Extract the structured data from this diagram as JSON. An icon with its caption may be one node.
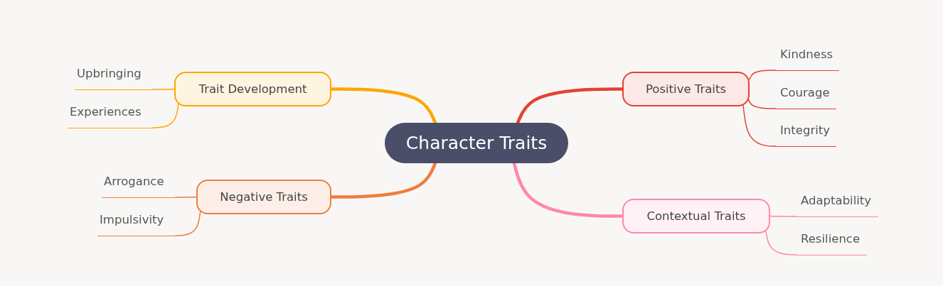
{
  "diagram": {
    "nodes": [
      {
        "text": [
          "Character Traits"
        ]
      },
      {
        "text": [
          "Trait Development"
        ]
      },
      {
        "text": [
          "Upbringing"
        ]
      },
      {
        "text": [
          "Experiences"
        ]
      },
      {
        "text": [
          "Positive Traits"
        ]
      },
      {
        "text": [
          "Kindness"
        ]
      },
      {
        "text": [
          "Courage"
        ]
      },
      {
        "text": [
          "Integrity"
        ]
      },
      {
        "text": [
          "Negative Traits"
        ]
      },
      {
        "text": [
          "Arrogance"
        ]
      },
      {
        "text": [
          "Impulsivity"
        ]
      },
      {
        "text": [
          "Contextual Traits"
        ]
      },
      {
        "text": [
          "Adaptability"
        ]
      },
      {
        "text": [
          "Resilience"
        ]
      }
    ],
    "edges": [
      {
        "from": 0,
        "to": 1,
        "arrow": "none",
        "style": "thick",
        "color": "#ffa500"
      },
      {
        "from": 1,
        "to": 2,
        "arrow": "none",
        "color": "#ffa500"
      },
      {
        "from": 1,
        "to": 3,
        "arrow": "none",
        "color": "#ffa500"
      },
      {
        "from": 0,
        "to": 4,
        "arrow": "none",
        "style": "thick",
        "color": "#e34234"
      },
      {
        "from": 4,
        "to": 5,
        "arrow": "none",
        "color": "#e34234"
      },
      {
        "from": 4,
        "to": 6,
        "arrow": "none",
        "color": "#e34234"
      },
      {
        "from": 4,
        "to": 7,
        "arrow": "none",
        "color": "#e34234"
      },
      {
        "from": 0,
        "to": 8,
        "arrow": "none",
        "style": "thick",
        "color": "#ef7d3f"
      },
      {
        "from": 8,
        "to": 9,
        "arrow": "none",
        "color": "#ef7d3f"
      },
      {
        "from": 8,
        "to": 10,
        "arrow": "none",
        "color": "#ef7d3f"
      },
      {
        "from": 0,
        "to": 11,
        "arrow": "none",
        "style": "thick",
        "color": "#ff88a8"
      },
      {
        "from": 11,
        "to": 12,
        "arrow": "none",
        "color": "#ff88a8"
      },
      {
        "from": 11,
        "to": 13,
        "arrow": "none",
        "color": "#ff88a8"
      }
    ]
  }
}
